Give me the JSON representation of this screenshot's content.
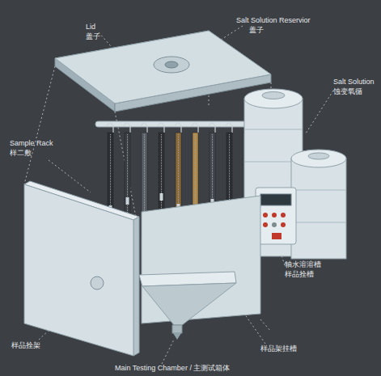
{
  "diagram": {
    "labels": [
      "Lid",
      "盖子",
      "Salt Solution Reservior",
      "盖子",
      "Salt Solution",
      "蚀变氧循",
      "Sample Rack",
      "样二敷",
      "轴水溶溶槽",
      "样品拴槽",
      "样品拴架",
      "Main Testing Chamber / 主测试箱体",
      "样品架挂槽"
    ]
  }
}
